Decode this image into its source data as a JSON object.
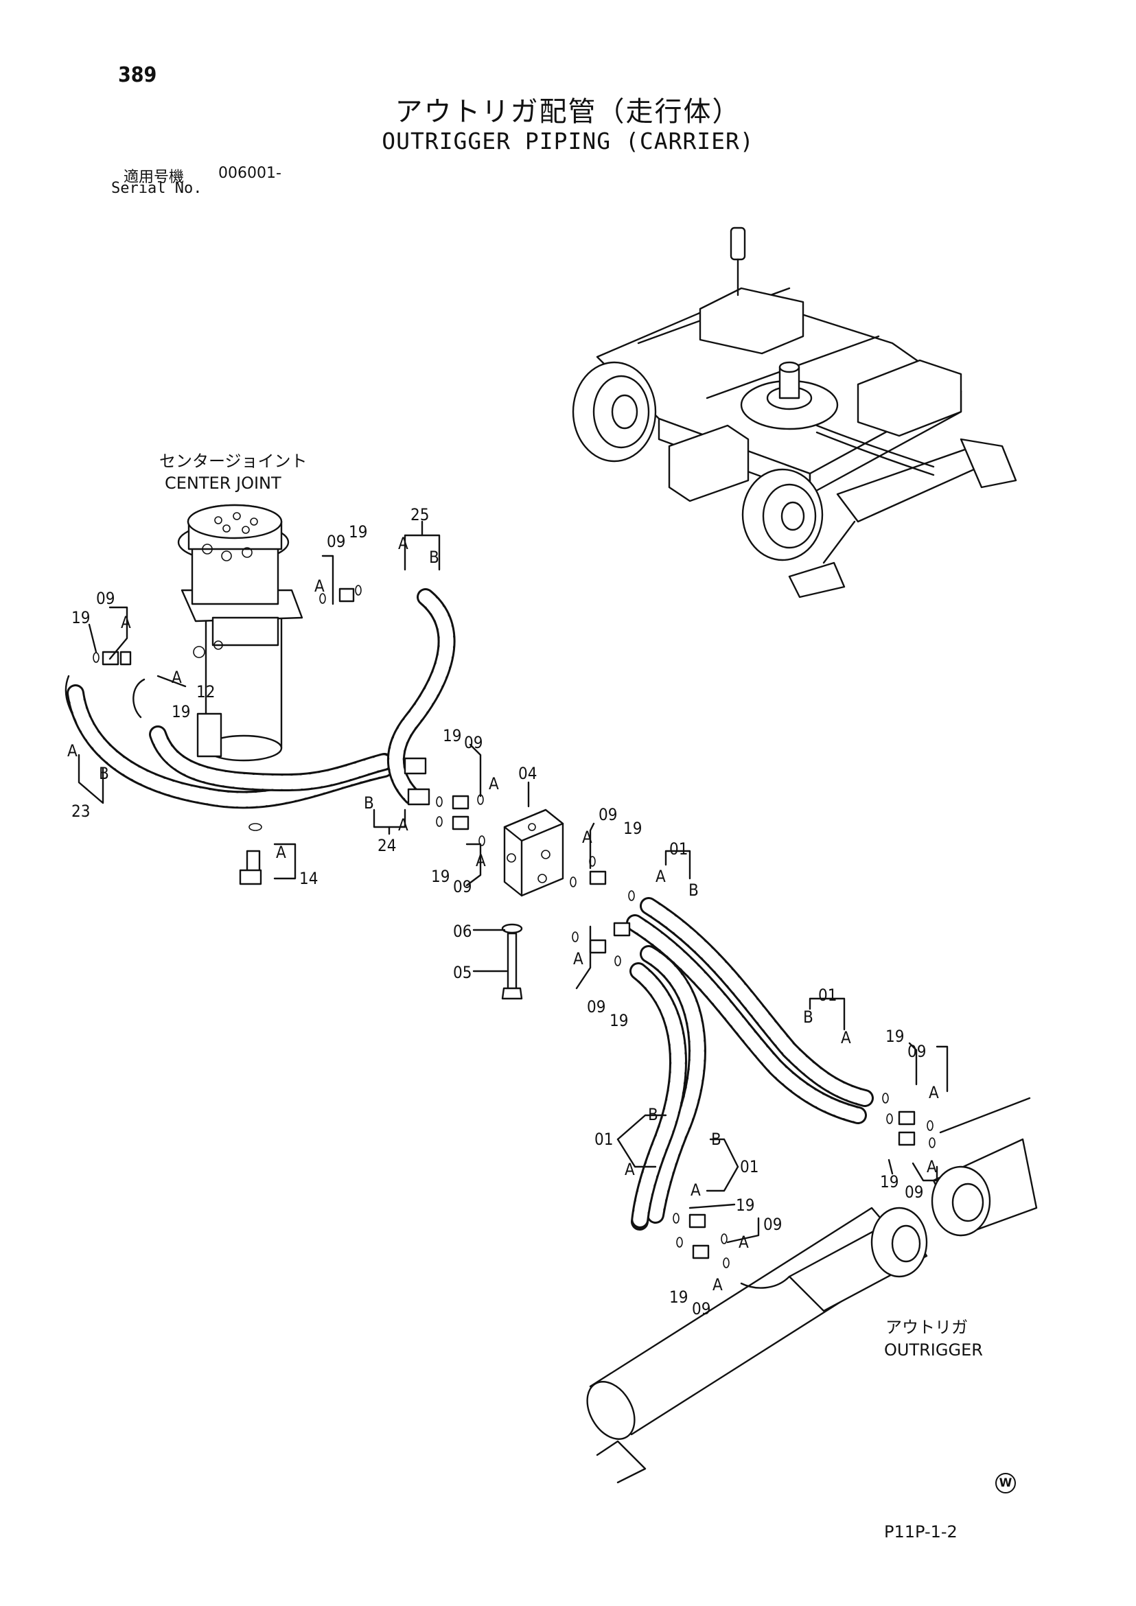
{
  "page": {
    "number": "389",
    "title_jp": "アウトリガ配管（走行体）",
    "title_en": "OUTRIGGER PIPING (CARRIER)",
    "serial_label_jp": "適用号機",
    "serial_value": "006001-",
    "serial_label_en": "Serial No.",
    "footer_code": "P11P-1-2",
    "mark": "W"
  },
  "captions": {
    "center_joint_jp": "センタージョイント",
    "center_joint_en": "CENTER JOINT",
    "outrigger_jp": "アウトリガ",
    "outrigger_en": "OUTRIGGER"
  },
  "callouts": {
    "c01": "01",
    "c04": "04",
    "c05": "05",
    "c06": "06",
    "c09": "09",
    "c12": "12",
    "c14": "14",
    "c19": "19",
    "c23": "23",
    "c24": "24",
    "c25": "25",
    "hose_end_a": "A",
    "hose_end_b": "B"
  }
}
